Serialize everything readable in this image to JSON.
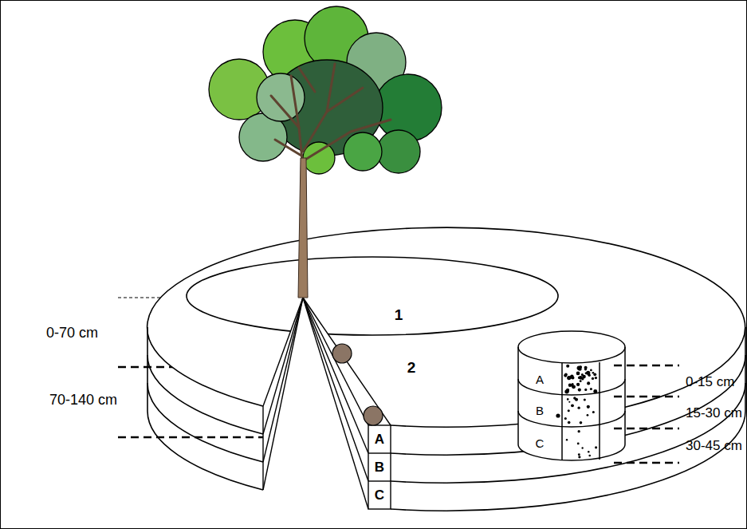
{
  "diagram": {
    "labels": [
      "0-70 cm",
      "70-140 cm",
      "1",
      "2",
      "A",
      "B",
      "C",
      "A",
      "B",
      "C",
      "0-15 cm",
      "15-30 cm",
      "30-45 cm"
    ]
  }
}
